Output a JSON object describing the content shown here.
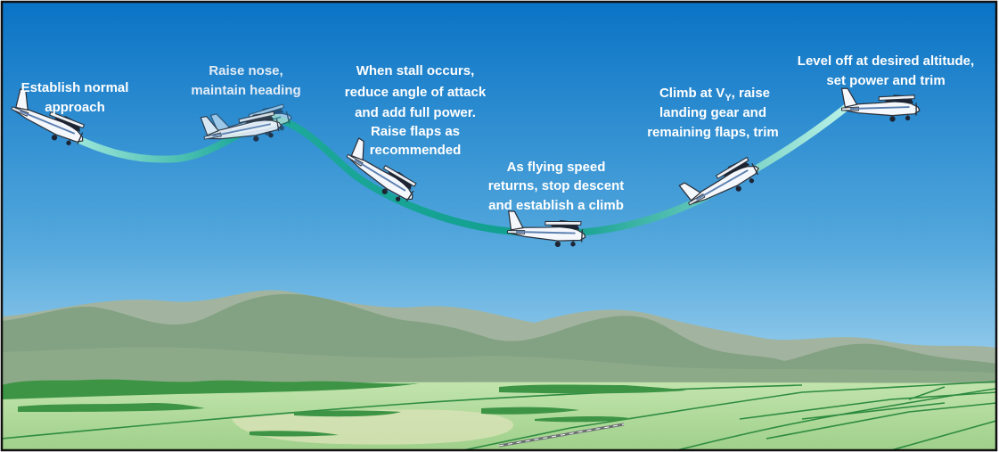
{
  "colors": {
    "sky_top": "#0a73c5",
    "sky_bottom": "#c6e6f7",
    "mountain_far": "#9fb19c",
    "mountain_near": "#7f9f7e",
    "ground": "#aed99c",
    "trees": "#3d9445",
    "field_lines": "#2d8b40",
    "path_start": "#2fb0a4",
    "path_end": "#9fe7db"
  },
  "steps": [
    {
      "lines": [
        "Establish normal",
        "approach"
      ]
    },
    {
      "lines": [
        "Raise nose,",
        "maintain heading"
      ]
    },
    {
      "lines": [
        "When stall occurs,",
        "reduce angle of attack",
        "and add full power.",
        "Raise flaps as",
        "recommended"
      ]
    },
    {
      "lines": [
        "As flying speed",
        "returns, stop descent",
        "and establish a climb"
      ]
    },
    {
      "lines": [
        "Climb at V",
        "landing gear and",
        "remaining flaps, trim"
      ],
      "subscript": "Y",
      "suffix": ", raise"
    },
    {
      "lines": [
        "Level off at desired altitude,",
        "set power and trim"
      ]
    }
  ]
}
